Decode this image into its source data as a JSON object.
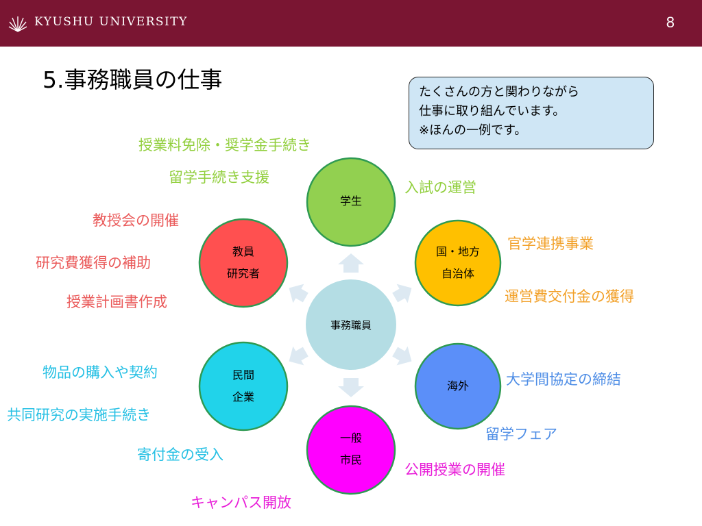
{
  "header": {
    "university": "KYUSHU UNIVERSITY",
    "page_number": "8",
    "logo_icon": "university-crest-icon",
    "background_color": "#7a1532"
  },
  "slide": {
    "title": "5.事務職員の仕事"
  },
  "note": {
    "lines": [
      "たくさんの方と関わりながら",
      "仕事に取り組んでいます。",
      "※ほんの一例です。"
    ]
  },
  "diagram": {
    "center": {
      "label": "事務職員"
    },
    "nodes": {
      "student": {
        "lines": [
          "学生"
        ],
        "color": "#92d050"
      },
      "government": {
        "lines": [
          "国・地方",
          "自治体"
        ],
        "color": "#ffc000"
      },
      "overseas": {
        "lines": [
          "海外"
        ],
        "color": "#5b8ff9"
      },
      "public": {
        "lines": [
          "一般",
          "市民"
        ],
        "color": "#ff00ff"
      },
      "private": {
        "lines": [
          "民間",
          "企業"
        ],
        "color": "#21d3ea"
      },
      "faculty": {
        "lines": [
          "教員",
          "研究者"
        ],
        "color": "#ff5050"
      }
    },
    "tasks": {
      "student": [
        "授業料免除・奨学金手続き",
        "留学手続き支援",
        "入試の運営"
      ],
      "government": [
        "官学連携事業",
        "運営費交付金の獲得"
      ],
      "overseas": [
        "大学間協定の締結",
        "留学フェア"
      ],
      "public": [
        "公開授業の開催",
        "キャンパス開放"
      ],
      "private": [
        "物品の購入や契約",
        "共同研究の実施手続き",
        "寄付金の受入"
      ],
      "faculty": [
        "教授会の開催",
        "研究費獲得の補助",
        "授業計画書作成"
      ]
    }
  }
}
